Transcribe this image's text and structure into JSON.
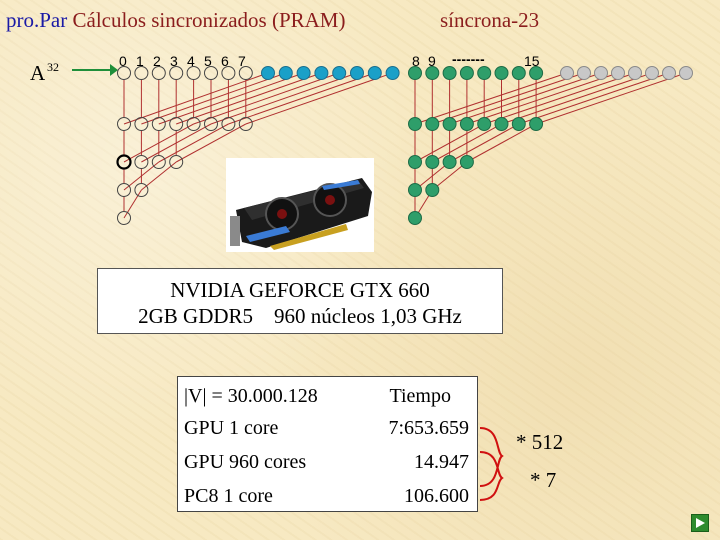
{
  "slide": {
    "title_prefix": "pro.Par",
    "title_main": "Cálculos sincronizados (PRAM)",
    "subtitle": "síncrona-23",
    "array_label": "A",
    "array_sup": "32",
    "index_labels_left": [
      "0",
      "1",
      "2",
      "3",
      "4",
      "5",
      "6",
      "7"
    ],
    "index_labels_right": [
      "8",
      "9",
      "-------",
      "15"
    ],
    "gpu_box": {
      "line1": "NVIDIA GEFORCE GTX 660",
      "line2": "2GB GDDR5    960 núcleos 1,03 GHz"
    },
    "table": {
      "rows": [
        {
          "label": "|V| = 30.000.128",
          "value": "Tiempo"
        },
        {
          "label": "GPU 1 core",
          "value": "7:653.659"
        },
        {
          "label": "GPU 960 cores",
          "value": "14.947"
        },
        {
          "label": "PC8 1 core",
          "value": "106.600"
        }
      ]
    },
    "notes": {
      "note1": "* 512",
      "note2": "* 7"
    },
    "colors": {
      "title_prefix": "#1a1aa6",
      "title": "#8b1d1d",
      "node_green": "#2e9e6a",
      "node_blue": "#1aa0c8",
      "node_gray": "#c8c8c8",
      "arrow_green": "#1f8f3a",
      "curly_red": "#d01010"
    }
  }
}
